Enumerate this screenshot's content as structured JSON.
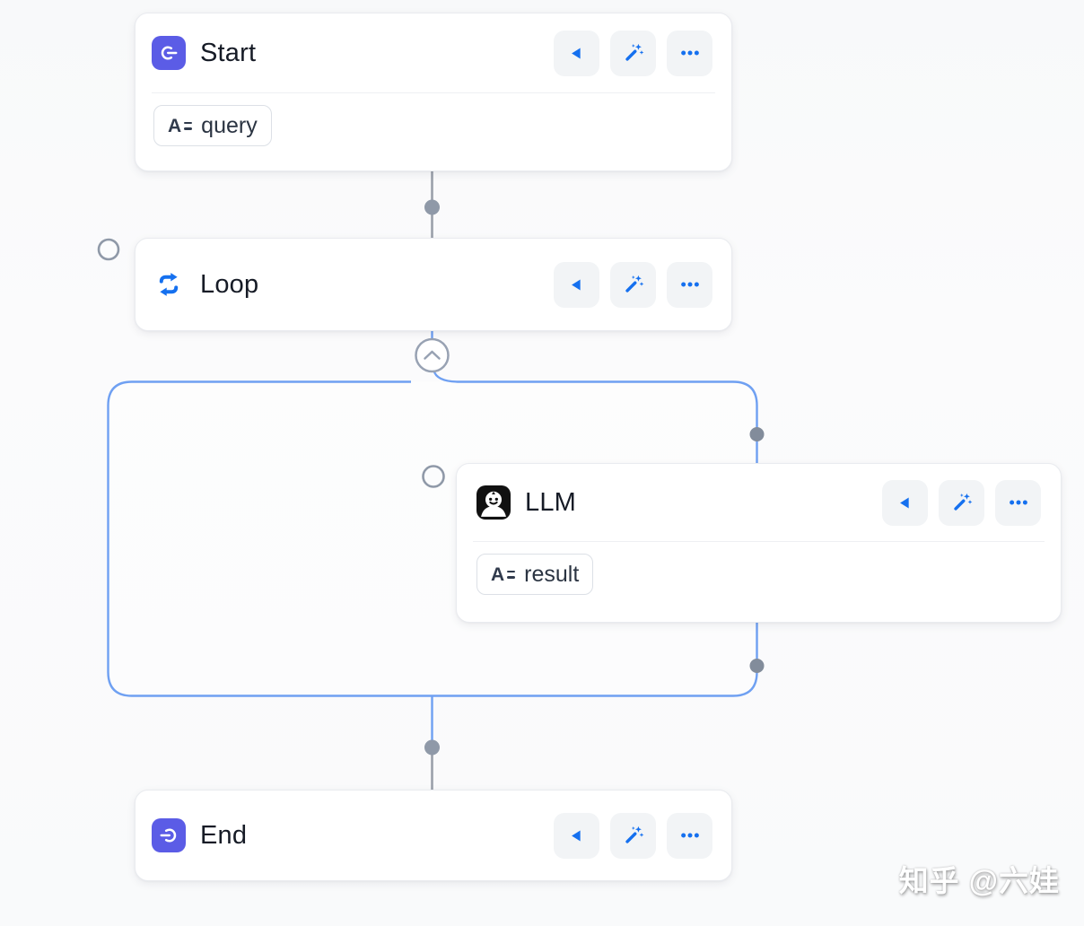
{
  "watermark": "知乎 @六娃",
  "colors": {
    "accent_blue": "#1570EF",
    "start_end_icon_bg": "#5B5CE6",
    "llm_icon_bg": "#111111",
    "connector_blue": "#6FA0F2",
    "connector_gray": "#9AA0AA",
    "handle_gray": "#8F99A8",
    "node_bg": "#FFFFFF"
  },
  "nodes": {
    "start": {
      "title": "Start",
      "variable": "query"
    },
    "loop": {
      "title": "Loop"
    },
    "llm": {
      "title": "LLM",
      "variable": "result"
    },
    "end": {
      "title": "End"
    }
  },
  "node_actions": {
    "run_icon": "play-left-icon",
    "generate_icon": "magic-wand-icon",
    "more_icon": "ellipsis-icon"
  }
}
